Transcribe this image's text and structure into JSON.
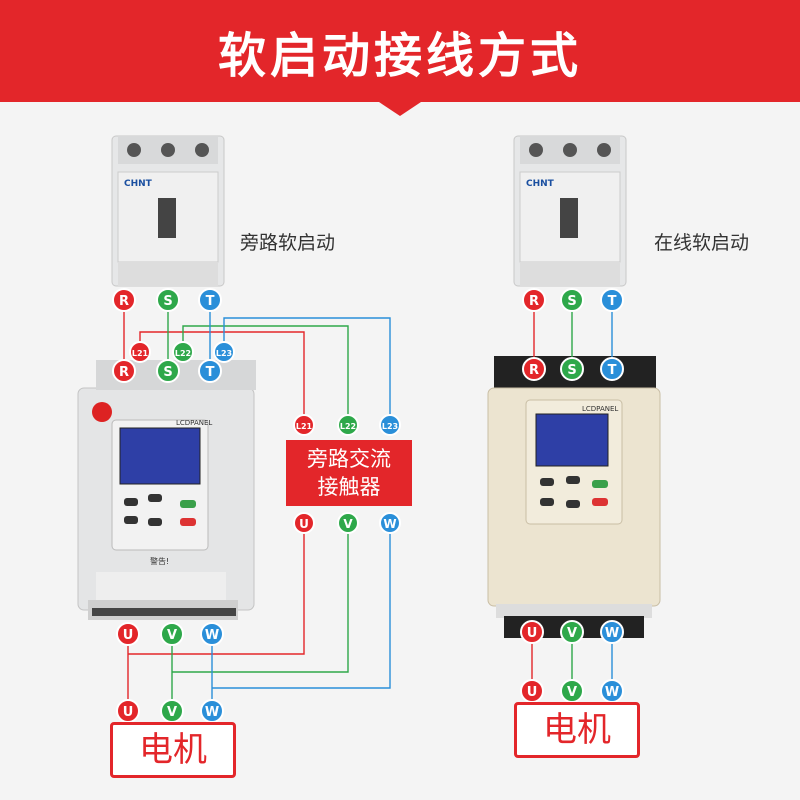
{
  "title": "软启动接线方式",
  "left_label": "旁路软启动",
  "right_label": "在线软启动",
  "contactor_label_line1": "旁路交流",
  "contactor_label_line2": "接触器",
  "motor_label": "电机",
  "breaker_brand": "CHNT",
  "panel_label": "LCDPANEL",
  "warning_text": "警告!",
  "terminals": {
    "R": "R",
    "S": "S",
    "T": "T",
    "U": "U",
    "V": "V",
    "W": "W",
    "L21": "L21",
    "L22": "L22",
    "L23": "L23"
  },
  "colors": {
    "red": "#e3262a",
    "green": "#2ea84a",
    "blue": "#2a8fd9",
    "banner": "#e3262a"
  }
}
